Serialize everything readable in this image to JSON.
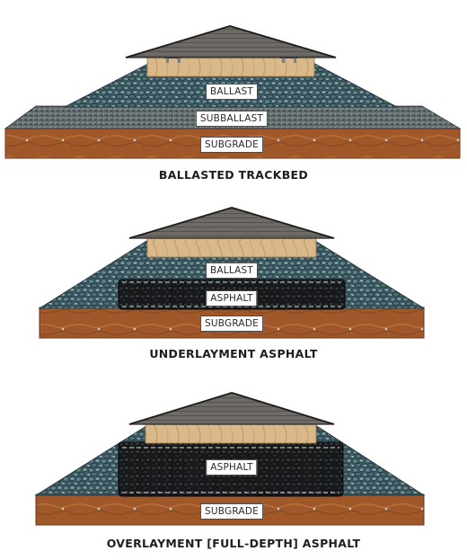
{
  "colors": {
    "ballast": "#3f5a63",
    "subballast": "#5b6568",
    "subgrade": "#a0582a",
    "asphalt": "#17191b",
    "tie": "#d9b98a",
    "rail": "#444a4e"
  },
  "panels": [
    {
      "layers": {
        "ballast": "BALLAST",
        "subballast": "SUBBALLAST",
        "subgrade": "SUBGRADE"
      },
      "caption": "BALLASTED TRACKBED"
    },
    {
      "layers": {
        "ballast": "BALLAST",
        "asphalt": "ASPHALT",
        "subgrade": "SUBGRADE"
      },
      "caption": "UNDERLAYMENT ASPHALT"
    },
    {
      "layers": {
        "asphalt": "ASPHALT",
        "subgrade": "SUBGRADE"
      },
      "caption": "OVERLAYMENT [FULL-DEPTH] ASPHALT"
    }
  ]
}
